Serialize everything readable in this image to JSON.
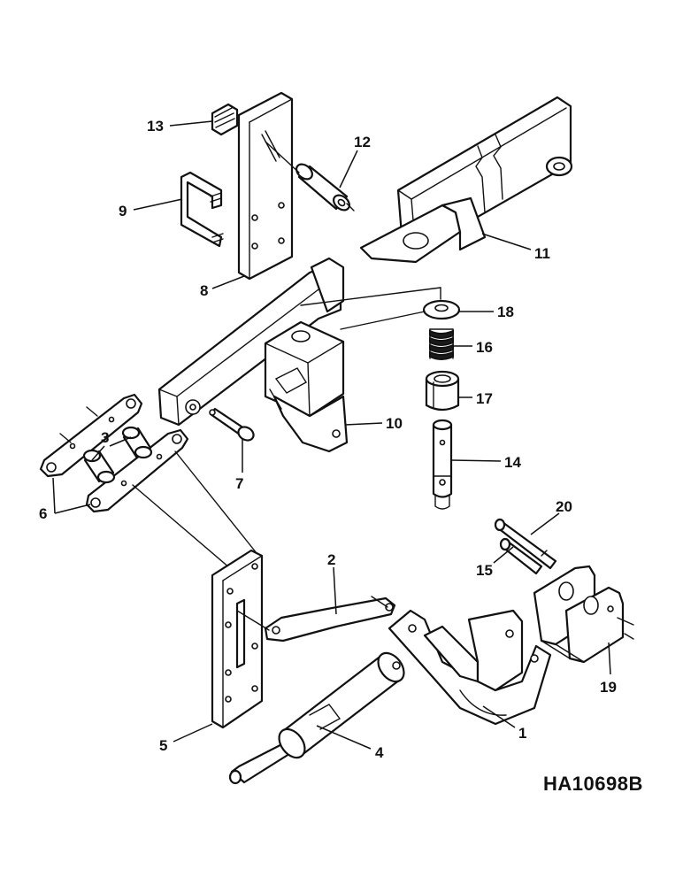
{
  "figure_id": "HA10698B",
  "callouts": {
    "c1": "1",
    "c2": "2",
    "c3": "3",
    "c4": "4",
    "c5": "5",
    "c6": "6",
    "c7": "7",
    "c8": "8",
    "c9": "9",
    "c10": "10",
    "c11": "11",
    "c12": "12",
    "c13": "13",
    "c14": "14",
    "c15": "15",
    "c16": "16",
    "c17": "17",
    "c18": "18",
    "c19": "19",
    "c20": "20"
  }
}
